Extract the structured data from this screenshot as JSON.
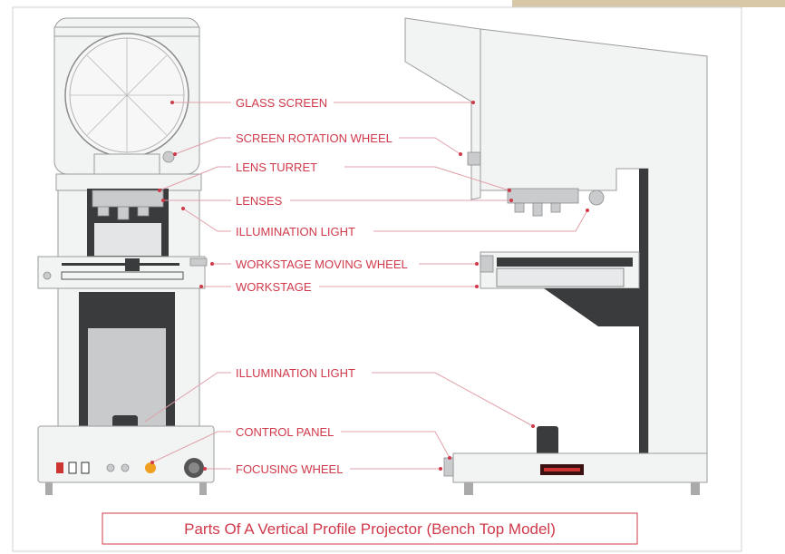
{
  "labels": {
    "glass_screen": "GLASS SCREEN",
    "screen_rotation_wheel": "SCREEN ROTATION WHEEL",
    "lens_turret": "LENS TURRET",
    "lenses": "LENSES",
    "illumination_light_top": "ILLUMINATION LIGHT",
    "workstage_moving_wheel": "WORKSTAGE MOVING WHEEL",
    "workstage": "WORKSTAGE",
    "illumination_light_bottom": "ILLUMINATION LIGHT",
    "control_panel": "CONTROL PANEL",
    "focusing_wheel": "FOCUSING WHEEL"
  },
  "caption": "Parts Of A Vertical Profile Projector (Bench Top Model)",
  "colors": {
    "label": "#d0394a",
    "leader": "#e0a0a8",
    "body": "#f2f3f3",
    "dark": "#3a3b3d"
  }
}
